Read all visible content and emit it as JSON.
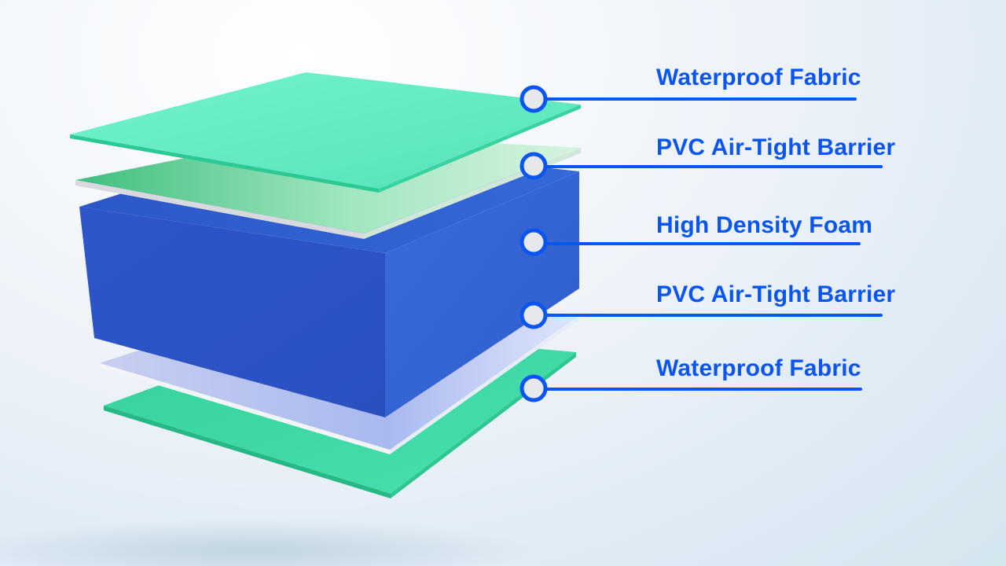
{
  "layers": [
    {
      "id": "top-fabric",
      "label": "Waterproof Fabric"
    },
    {
      "id": "top-barrier",
      "label": "PVC Air-Tight Barrier"
    },
    {
      "id": "foam",
      "label": "High Density Foam"
    },
    {
      "id": "bottom-barrier",
      "label": "PVC Air-Tight Barrier"
    },
    {
      "id": "bottom-fabric",
      "label": "Waterproof Fabric"
    }
  ],
  "colors": {
    "accent": "#0a55f0",
    "fabric": "#5ee6c0",
    "fabric_dark": "#2fcf95",
    "foam_top": "#2f5fd0",
    "foam_front": "#2e55c8",
    "foam_side": "#3566d6",
    "barrier": "#b9e6c8",
    "marker_fill": "#e6e8ec"
  }
}
